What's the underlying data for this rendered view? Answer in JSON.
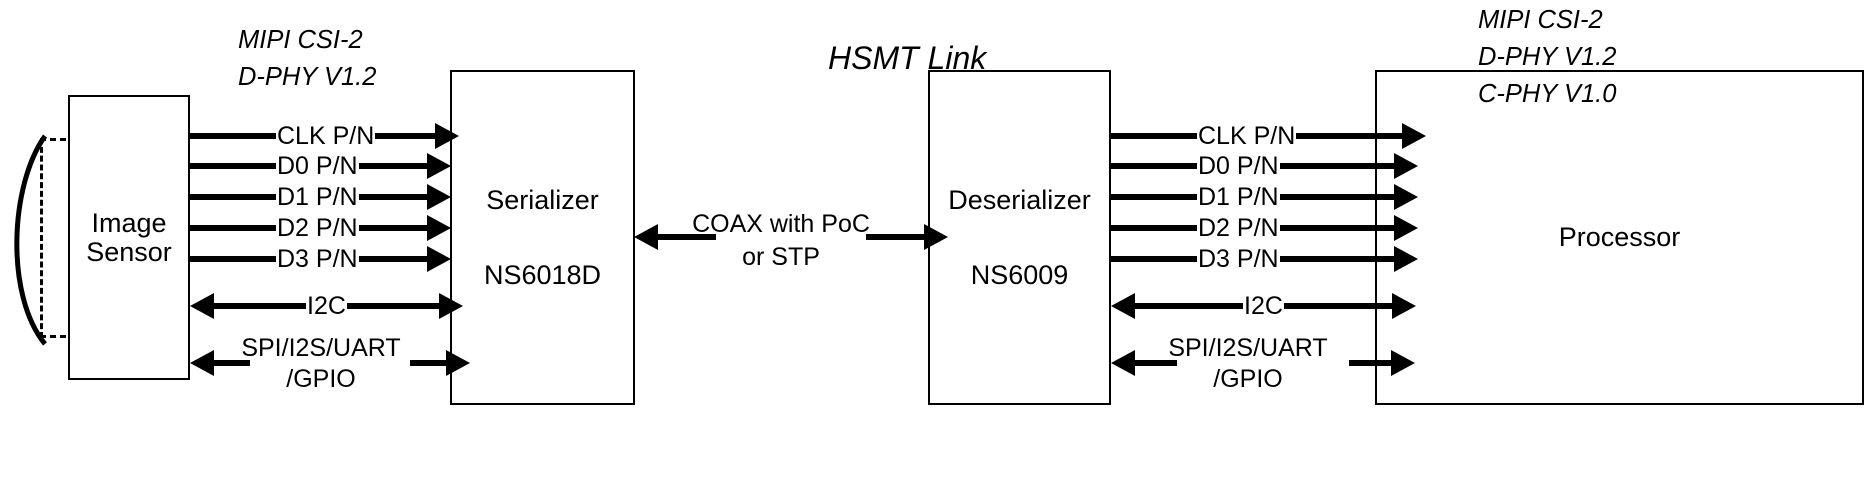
{
  "diagram": {
    "title": "HSMT Link",
    "blocks": {
      "sensor_line1": "Image",
      "sensor_line2": "Sensor",
      "serializer_name": "Serializer",
      "serializer_part": "NS6018D",
      "deserializer_name": "Deserializer",
      "deserializer_part": "NS6009",
      "processor": "Processor"
    },
    "left_interface_note": [
      "MIPI CSI-2",
      "D-PHY V1.2"
    ],
    "right_interface_note": [
      "MIPI CSI-2",
      "D-PHY V1.2",
      "C-PHY V1.0"
    ],
    "left_signals": [
      "CLK P/N",
      "D0 P/N",
      "D1 P/N",
      "D2 P/N",
      "D3 P/N"
    ],
    "right_signals": [
      "CLK P/N",
      "D0 P/N",
      "D1 P/N",
      "D2 P/N",
      "D3 P/N"
    ],
    "left_i2c": "I2C",
    "right_i2c": "I2C",
    "left_lowspeed_line1": "SPI/I2S/UART",
    "left_lowspeed_line2": "/GPIO",
    "right_lowspeed_line1": "SPI/I2S/UART",
    "right_lowspeed_line2": "/GPIO",
    "link_medium_line1": "COAX with PoC",
    "link_medium_line2": "or  STP",
    "colors": {
      "stroke": "#000000",
      "background": "#ffffff"
    }
  }
}
